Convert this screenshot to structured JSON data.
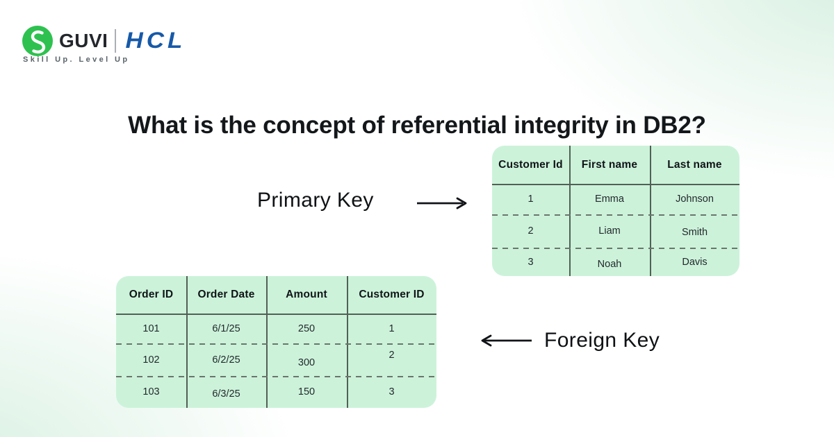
{
  "brand": {
    "guvi": "GUVI",
    "hcl": "HCL",
    "tagline": "Skill Up. Level Up"
  },
  "title": "What is the concept of referential integrity in DB2?",
  "labels": {
    "primary_key": "Primary Key",
    "foreign_key": "Foreign Key"
  },
  "customers_table": {
    "headers": [
      "Customer Id",
      "First name",
      "Last name"
    ],
    "rows": [
      [
        "1",
        "Emma",
        "Johnson"
      ],
      [
        "2",
        "Liam",
        "Smith"
      ],
      [
        "3",
        "Noah",
        "Davis"
      ]
    ]
  },
  "orders_table": {
    "headers": [
      "Order ID",
      "Order Date",
      "Amount",
      "Customer ID"
    ],
    "rows": [
      [
        "101",
        "6/1/25",
        "250",
        "1"
      ],
      [
        "102",
        "6/2/25",
        "300",
        "2"
      ],
      [
        "103",
        "6/3/25",
        "150",
        "3"
      ]
    ]
  },
  "icons": {
    "guvi_logo": "green-circle-s-glyph",
    "primary_key_arrow": "→",
    "foreign_key_arrow": "←"
  },
  "colors": {
    "logo_green": "#2ec14f",
    "hcl_blue": "#1659a8",
    "table_bg": "#ccf3da",
    "solid_line": "#535f55",
    "dashed_line": "#6a756c",
    "background_mint": "#d7f0e1",
    "text_dark": "#14171a"
  }
}
